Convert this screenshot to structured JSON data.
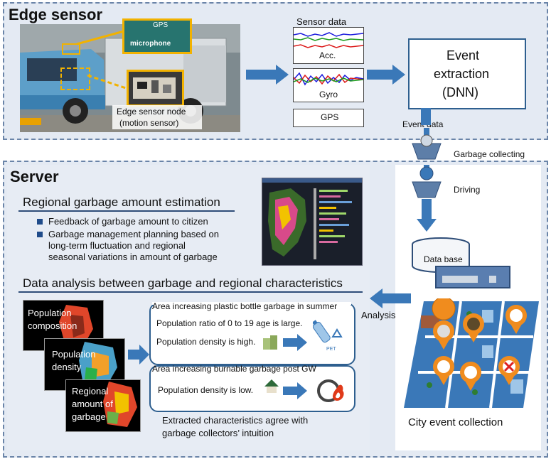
{
  "edge": {
    "title": "Edge sensor",
    "gps": "GPS",
    "microphone": "microphone",
    "node_label_1": "Edge sensor node",
    "node_label_2": "(motion sensor)"
  },
  "sensors": {
    "header": "Sensor data",
    "acc": "Acc.",
    "gyro": "Gyro",
    "gps": "GPS"
  },
  "event": {
    "line1": "Event",
    "line2": "extraction",
    "line3": "(DNN)"
  },
  "flow": {
    "event_data": "Event data",
    "garbage_collecting": "Garbage collecting",
    "driving": "Driving",
    "database": "Data base",
    "analysis": "Analysis",
    "city_event": "City event collection"
  },
  "server": {
    "title": "Server",
    "regional_header": "Regional garbage amount estimation",
    "bullets": [
      "Feedback of garbage amount to citizen",
      "Garbage management planning based on",
      "long-term fluctuation and regional",
      "seasonal variations in amount of garbage"
    ],
    "analysis_header": "Data analysis between garbage and regional characteristics"
  },
  "maps": {
    "m1_l1": "Population",
    "m1_l2": "composition",
    "m2_l1": "Population",
    "m2_l2": "density",
    "m3_l1": "Regional",
    "m3_l2": "amount of",
    "m3_l3": "garbage"
  },
  "insight1": {
    "title": "Area increasing plastic bottle garbage in summer",
    "l1": "Population ratio of 0 to 19 age is large.",
    "l2": "Population density is high.",
    "pet": "PET"
  },
  "insight2": {
    "title": "Area increasing burnable garbage post GW",
    "l1": "Population density is low."
  },
  "conclusion": {
    "l1": "Extracted characteristics agree with",
    "l2": "garbage collectors’ intuition"
  }
}
